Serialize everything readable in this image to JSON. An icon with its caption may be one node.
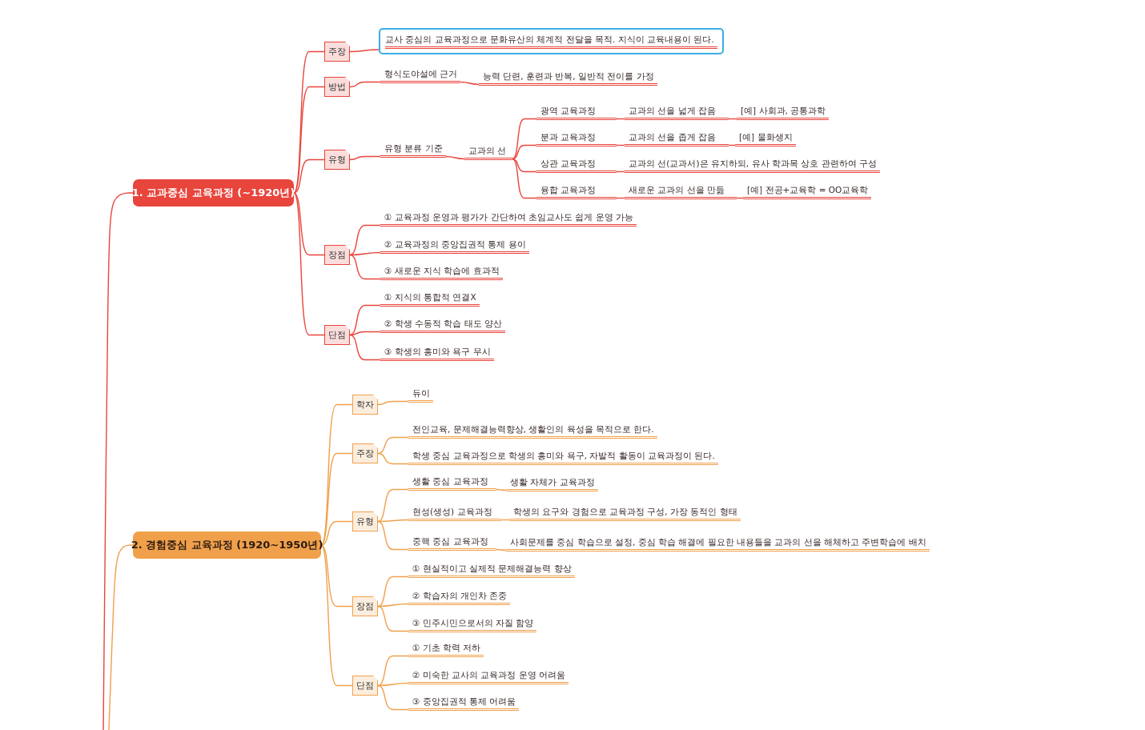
{
  "diagram": {
    "nodes": [
      {
        "text": [
          "1. 교과중심 교육과정 (~1920년)"
        ]
      },
      {
        "text": [
          "주장"
        ]
      },
      {
        "text": [
          "교사 중심의 교육과정으로 문화유산의 체계적 전달을 목적. 지식이 교육내용이 된다."
        ]
      },
      {
        "text": [
          "방법"
        ]
      },
      {
        "text": [
          "형식도야설에 근거"
        ]
      },
      {
        "text": [
          "능력 단련, 훈련과 반복, 일반적 전이를 가정"
        ]
      },
      {
        "text": [
          "유형"
        ]
      },
      {
        "text": [
          "유형 분류 기준"
        ]
      },
      {
        "text": [
          "교과의 선"
        ]
      },
      {
        "text": [
          "광역 교육과정"
        ]
      },
      {
        "text": [
          "교과의 선을 넓게 잡음"
        ]
      },
      {
        "text": [
          "[예] 사회과, 공통과학"
        ]
      },
      {
        "text": [
          "분과 교육과정"
        ]
      },
      {
        "text": [
          "교과의 선을 좁게 잡음"
        ]
      },
      {
        "text": [
          "[예] 물화생지"
        ]
      },
      {
        "text": [
          "상관 교육과정"
        ]
      },
      {
        "text": [
          "교과의 선(교과서)은 유지하되, 유사 학과목 상호 관련하여 구성"
        ]
      },
      {
        "text": [
          "융합 교육과정"
        ]
      },
      {
        "text": [
          "새로운 교과의 선을 만듦"
        ]
      },
      {
        "text": [
          "[예] 전공+교육학 = OO교육학"
        ]
      },
      {
        "text": [
          "장점"
        ]
      },
      {
        "text": [
          "① 교육과정 운영과 평가가 간단하여 초임교사도 쉽게 운영 가능"
        ]
      },
      {
        "text": [
          "② 교육과정의 중앙집권적 통제 용이"
        ]
      },
      {
        "text": [
          "③ 새로운 지식 학습에 효과적"
        ]
      },
      {
        "text": [
          "단점"
        ]
      },
      {
        "text": [
          "① 지식의 통합적 연결X"
        ]
      },
      {
        "text": [
          "② 학생 수동적 학습 태도 양산"
        ]
      },
      {
        "text": [
          "③ 학생의 흥미와 욕구 무시"
        ]
      },
      {
        "text": [
          "2. 경험중심 교육과정 (1920~1950년)"
        ]
      },
      {
        "text": [
          "학자"
        ]
      },
      {
        "text": [
          "듀이"
        ]
      },
      {
        "text": [
          "주장"
        ]
      },
      {
        "text": [
          "전인교육, 문제해결능력향상, 생활인의 육성을 목적으로 한다."
        ]
      },
      {
        "text": [
          "학생 중심 교육과정으로 학생의 흥미와 욕구, 자발적 활동이 교육과정이 된다."
        ]
      },
      {
        "text": [
          "유형"
        ]
      },
      {
        "text": [
          "생활 중심 교육과정"
        ]
      },
      {
        "text": [
          "생활 자체가 교육과정"
        ]
      },
      {
        "text": [
          "현성(생성) 교육과정"
        ]
      },
      {
        "text": [
          "학생의 요구와 경험으로 교육과정 구성, 가장 동적인 형태"
        ]
      },
      {
        "text": [
          "중핵 중심 교육과정"
        ]
      },
      {
        "text": [
          "사회문제를 중심 학습으로 설정, 중심 학습 해결에 필요한 내용들을 교과의 선을 해체하고 주변학습에 배치"
        ]
      },
      {
        "text": [
          "장점"
        ]
      },
      {
        "text": [
          "① 현실적이고 실제적 문제해결능력 향상"
        ]
      },
      {
        "text": [
          "② 학습자의 개인차 존중"
        ]
      },
      {
        "text": [
          "③ 민주시민으로서의 자질 함양"
        ]
      },
      {
        "text": [
          "단점"
        ]
      },
      {
        "text": [
          "① 기초 학력 저하"
        ]
      },
      {
        "text": [
          "② 미숙한 교사의 교육과정 운영 어려움"
        ]
      },
      {
        "text": [
          "③ 중앙집권적 통제 어려움"
        ]
      }
    ],
    "edges": [
      {
        "from": null,
        "to": 0,
        "arrow": "none"
      },
      {
        "from": 0,
        "to": 1,
        "arrow": "none"
      },
      {
        "from": 1,
        "to": 2,
        "arrow": "none"
      },
      {
        "from": 0,
        "to": 3,
        "arrow": "none"
      },
      {
        "from": 3,
        "to": 4,
        "arrow": "none"
      },
      {
        "from": 4,
        "to": 5,
        "arrow": "none"
      },
      {
        "from": 0,
        "to": 6,
        "arrow": "none"
      },
      {
        "from": 6,
        "to": 7,
        "arrow": "none"
      },
      {
        "from": 7,
        "to": 8,
        "arrow": "none"
      },
      {
        "from": 8,
        "to": 9,
        "arrow": "none"
      },
      {
        "from": 9,
        "to": 10,
        "arrow": "none"
      },
      {
        "from": 10,
        "to": 11,
        "arrow": "none"
      },
      {
        "from": 8,
        "to": 12,
        "arrow": "none"
      },
      {
        "from": 12,
        "to": 13,
        "arrow": "none"
      },
      {
        "from": 13,
        "to": 14,
        "arrow": "none"
      },
      {
        "from": 8,
        "to": 15,
        "arrow": "none"
      },
      {
        "from": 15,
        "to": 16,
        "arrow": "none"
      },
      {
        "from": 8,
        "to": 17,
        "arrow": "none"
      },
      {
        "from": 17,
        "to": 18,
        "arrow": "none"
      },
      {
        "from": 18,
        "to": 19,
        "arrow": "none"
      },
      {
        "from": 0,
        "to": 20,
        "arrow": "none"
      },
      {
        "from": 20,
        "to": 21,
        "arrow": "none"
      },
      {
        "from": 20,
        "to": 22,
        "arrow": "none"
      },
      {
        "from": 20,
        "to": 23,
        "arrow": "none"
      },
      {
        "from": 0,
        "to": 24,
        "arrow": "none"
      },
      {
        "from": 24,
        "to": 25,
        "arrow": "none"
      },
      {
        "from": 24,
        "to": 26,
        "arrow": "none"
      },
      {
        "from": 24,
        "to": 27,
        "arrow": "none"
      },
      {
        "from": null,
        "to": 28,
        "arrow": "none",
        "color": "#f0a04b"
      },
      {
        "from": 28,
        "to": 29,
        "arrow": "none",
        "color": "#f0a04b"
      },
      {
        "from": 29,
        "to": 30,
        "arrow": "none",
        "color": "#f0a04b"
      },
      {
        "from": 28,
        "to": 31,
        "arrow": "none",
        "color": "#f0a04b"
      },
      {
        "from": 31,
        "to": 32,
        "arrow": "none",
        "color": "#f0a04b"
      },
      {
        "from": 31,
        "to": 33,
        "arrow": "none",
        "color": "#f0a04b"
      },
      {
        "from": 28,
        "to": 34,
        "arrow": "none",
        "color": "#f0a04b"
      },
      {
        "from": 34,
        "to": 35,
        "arrow": "none",
        "color": "#f0a04b"
      },
      {
        "from": 35,
        "to": 36,
        "arrow": "none",
        "color": "#f0a04b"
      },
      {
        "from": 34,
        "to": 37,
        "arrow": "none",
        "color": "#f0a04b"
      },
      {
        "from": 37,
        "to": 38,
        "arrow": "none",
        "color": "#f0a04b"
      },
      {
        "from": 34,
        "to": 39,
        "arrow": "none",
        "color": "#f0a04b"
      },
      {
        "from": 39,
        "to": 40,
        "arrow": "none",
        "color": "#f0a04b"
      },
      {
        "from": 28,
        "to": 41,
        "arrow": "none",
        "color": "#f0a04b"
      },
      {
        "from": 41,
        "to": 42,
        "arrow": "none",
        "color": "#f0a04b"
      },
      {
        "from": 41,
        "to": 43,
        "arrow": "none",
        "color": "#f0a04b"
      },
      {
        "from": 41,
        "to": 44,
        "arrow": "none",
        "color": "#f0a04b"
      },
      {
        "from": 28,
        "to": 45,
        "arrow": "none",
        "color": "#f0a04b"
      },
      {
        "from": 45,
        "to": 46,
        "arrow": "none",
        "color": "#f0a04b"
      },
      {
        "from": 45,
        "to": 47,
        "arrow": "none",
        "color": "#f0a04b"
      },
      {
        "from": 45,
        "to": 48,
        "arrow": "none",
        "color": "#f0a04b"
      }
    ]
  }
}
